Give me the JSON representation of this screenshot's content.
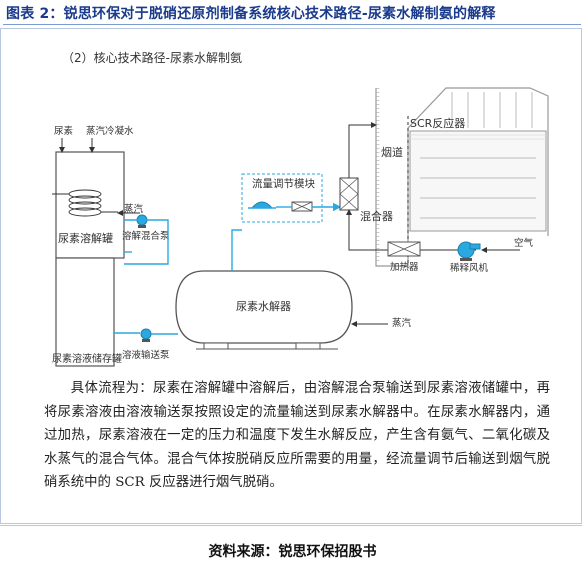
{
  "header": {
    "title": "图表 2：锐思环保对于脱硝还原剂制备系统核心技术路径-尿素水解制氨的解释"
  },
  "diagram": {
    "section_title": "（2）核心技术路径-尿素水解制氨",
    "labels": {
      "urea": "尿素",
      "steam_condensate": "蒸汽冷凝水",
      "steam_upper": "蒸汽",
      "dissolving_tank": "尿素溶解罐",
      "dissolving_pump": "溶解混合泵",
      "storage_tank": "尿素溶液储存罐",
      "transfer_pump": "溶液输送泵",
      "hydrolyzer": "尿素水解器",
      "steam_lower": "蒸汽",
      "flow_module": "流量调节模块",
      "mixer": "混合器",
      "flue": "烟道",
      "scr_reactor": "SCR反应器",
      "heater": "加热器",
      "dilution_fan": "稀释风机",
      "air": "空气"
    }
  },
  "body": {
    "paragraph": "具体流程为：尿素在溶解罐中溶解后，由溶解混合泵输送到尿素溶液储罐中，再将尿素溶液由溶液输送泵按照设定的流量输送到尿素水解器中。在尿素水解器内，通过加热，尿素溶液在一定的压力和温度下发生水解反应，产生含有氨气、二氧化碳及水蒸气的混合气体。混合气体按脱硝反应所需要的用量，经流量调节后输送到烟气脱硝系统中的 SCR 反应器进行烟气脱硝。"
  },
  "footer": {
    "source": "资料来源：锐思环保招股书"
  },
  "colors": {
    "title": "#1a3a8c",
    "line": "#29a9e0",
    "outline": "#555555"
  }
}
